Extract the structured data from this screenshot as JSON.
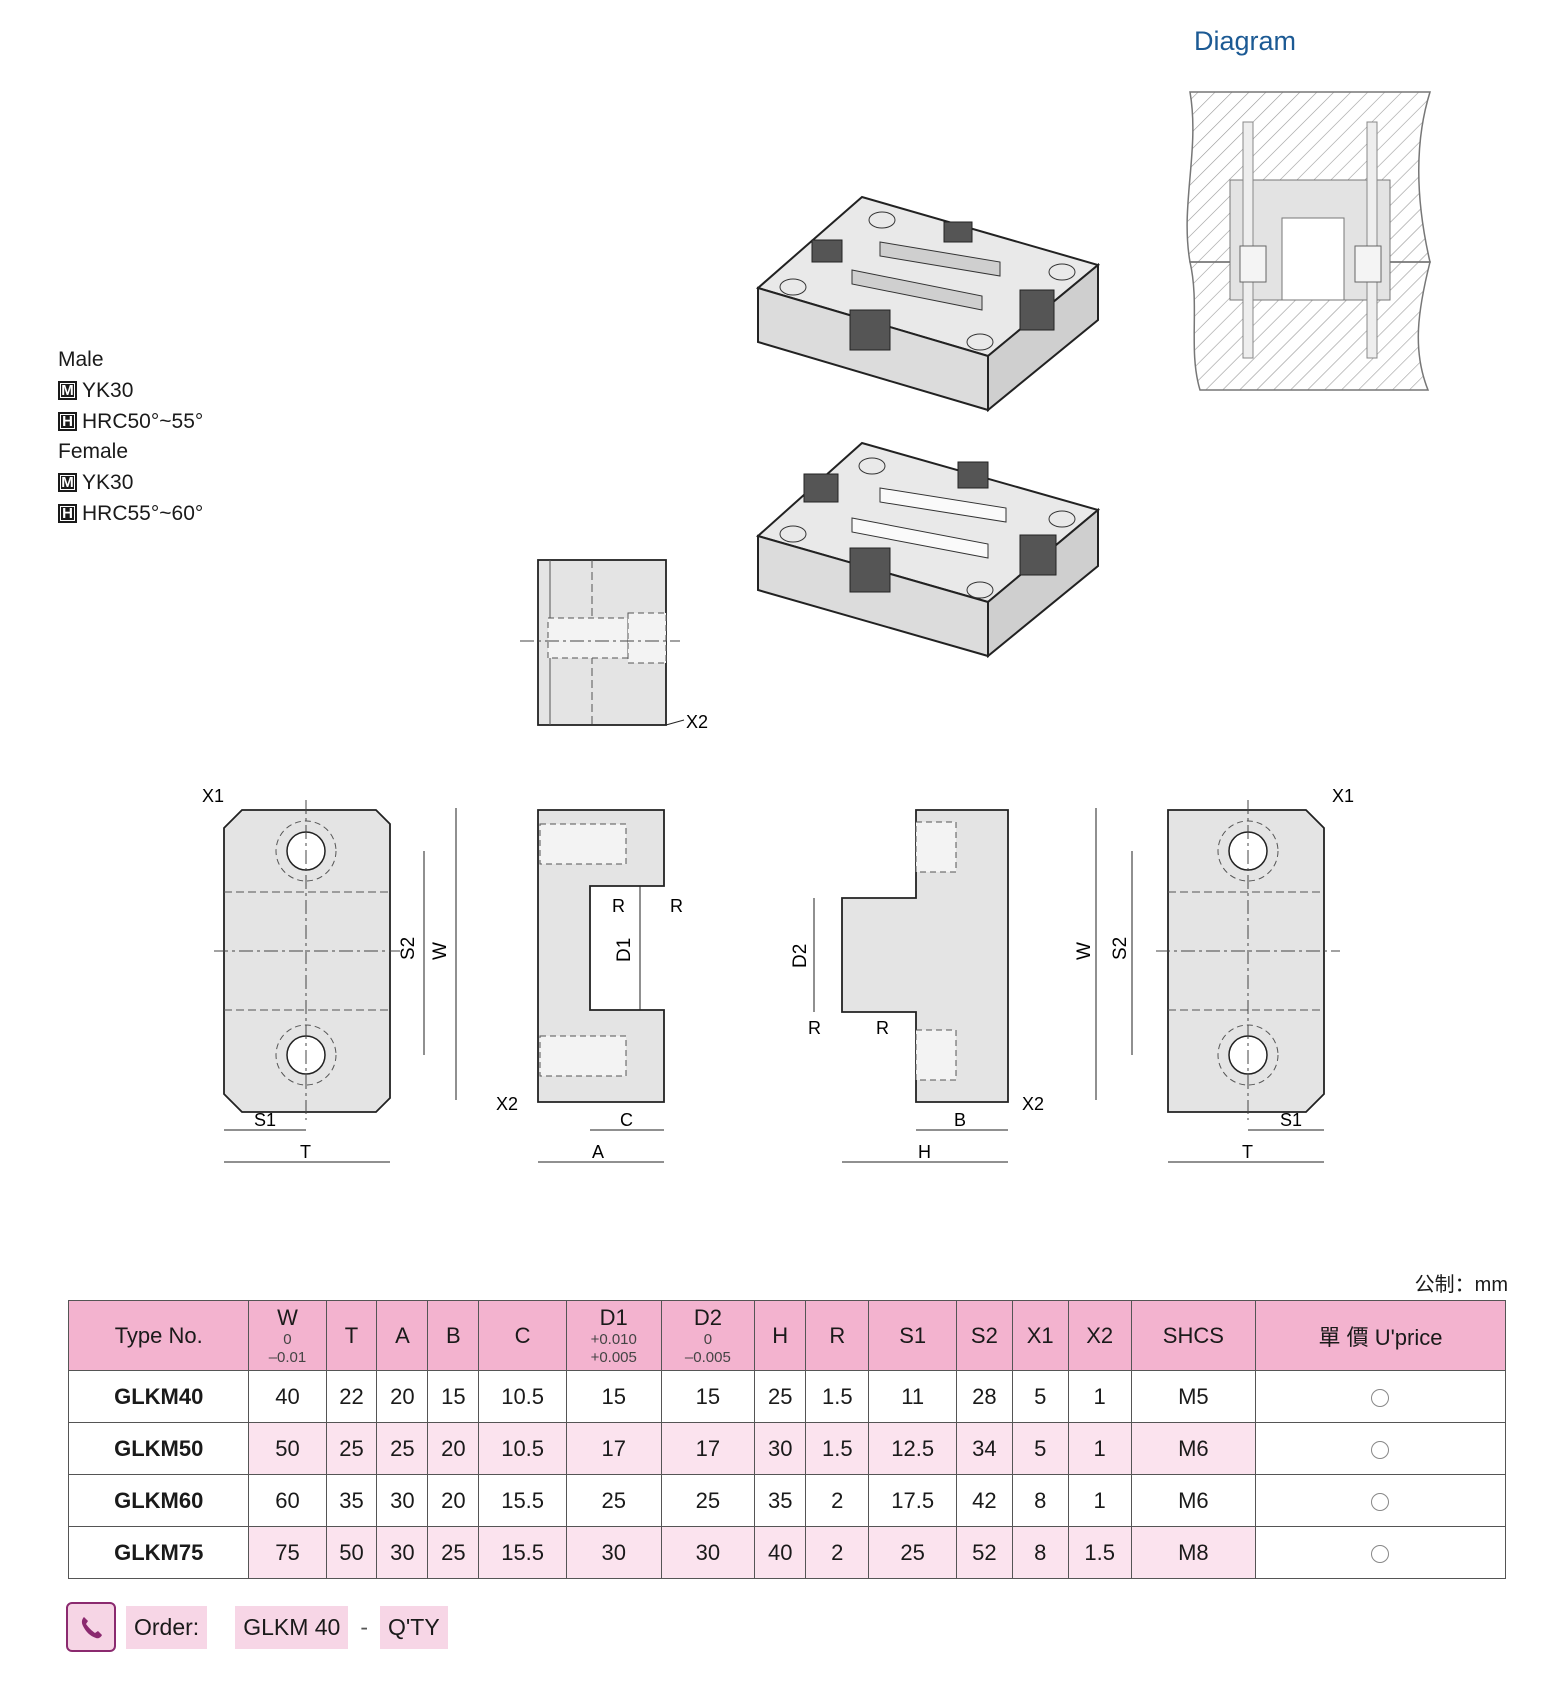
{
  "diagram_title": "Diagram",
  "materials": {
    "male_label": "Male",
    "male_material": "YK30",
    "male_hardness": "HRC50°~55°",
    "female_label": "Female",
    "female_material": "YK30",
    "female_hardness": "HRC55°~60°",
    "badge_m": "M",
    "badge_h": "H"
  },
  "dimension_labels": {
    "x1": "X1",
    "x2": "X2",
    "s1": "S1",
    "s2": "S2",
    "w": "W",
    "t": "T",
    "a": "A",
    "b": "B",
    "c": "C",
    "d1": "D1",
    "d2": "D2",
    "h": "H",
    "r": "R"
  },
  "unit_label": "公制：mm",
  "table": {
    "headers": [
      {
        "label": "Type No.",
        "tol1": "",
        "tol2": ""
      },
      {
        "label": "W",
        "tol1": "0",
        "tol2": "–0.01"
      },
      {
        "label": "T",
        "tol1": "",
        "tol2": ""
      },
      {
        "label": "A",
        "tol1": "",
        "tol2": ""
      },
      {
        "label": "B",
        "tol1": "",
        "tol2": ""
      },
      {
        "label": "C",
        "tol1": "",
        "tol2": ""
      },
      {
        "label": "D1",
        "tol1": "+0.010",
        "tol2": "+0.005"
      },
      {
        "label": "D2",
        "tol1": "0",
        "tol2": "–0.005"
      },
      {
        "label": "H",
        "tol1": "",
        "tol2": ""
      },
      {
        "label": "R",
        "tol1": "",
        "tol2": ""
      },
      {
        "label": "S1",
        "tol1": "",
        "tol2": ""
      },
      {
        "label": "S2",
        "tol1": "",
        "tol2": ""
      },
      {
        "label": "X1",
        "tol1": "",
        "tol2": ""
      },
      {
        "label": "X2",
        "tol1": "",
        "tol2": ""
      },
      {
        "label": "SHCS",
        "tol1": "",
        "tol2": ""
      },
      {
        "label": "單 價 U'price",
        "tol1": "",
        "tol2": ""
      }
    ],
    "rows": [
      [
        "GLKM40",
        "40",
        "22",
        "20",
        "15",
        "10.5",
        "15",
        "15",
        "25",
        "1.5",
        "11",
        "28",
        "5",
        "1",
        "M5"
      ],
      [
        "GLKM50",
        "50",
        "25",
        "25",
        "20",
        "10.5",
        "17",
        "17",
        "30",
        "1.5",
        "12.5",
        "34",
        "5",
        "1",
        "M6"
      ],
      [
        "GLKM60",
        "60",
        "35",
        "30",
        "20",
        "15.5",
        "25",
        "25",
        "35",
        "2",
        "17.5",
        "42",
        "8",
        "1",
        "M6"
      ],
      [
        "GLKM75",
        "75",
        "50",
        "30",
        "25",
        "15.5",
        "30",
        "30",
        "40",
        "2",
        "25",
        "52",
        "8",
        "1.5",
        "M8"
      ]
    ]
  },
  "order": {
    "label": "Order:",
    "example": "GLKM 40",
    "separator": "-",
    "qty": "Q'TY"
  }
}
